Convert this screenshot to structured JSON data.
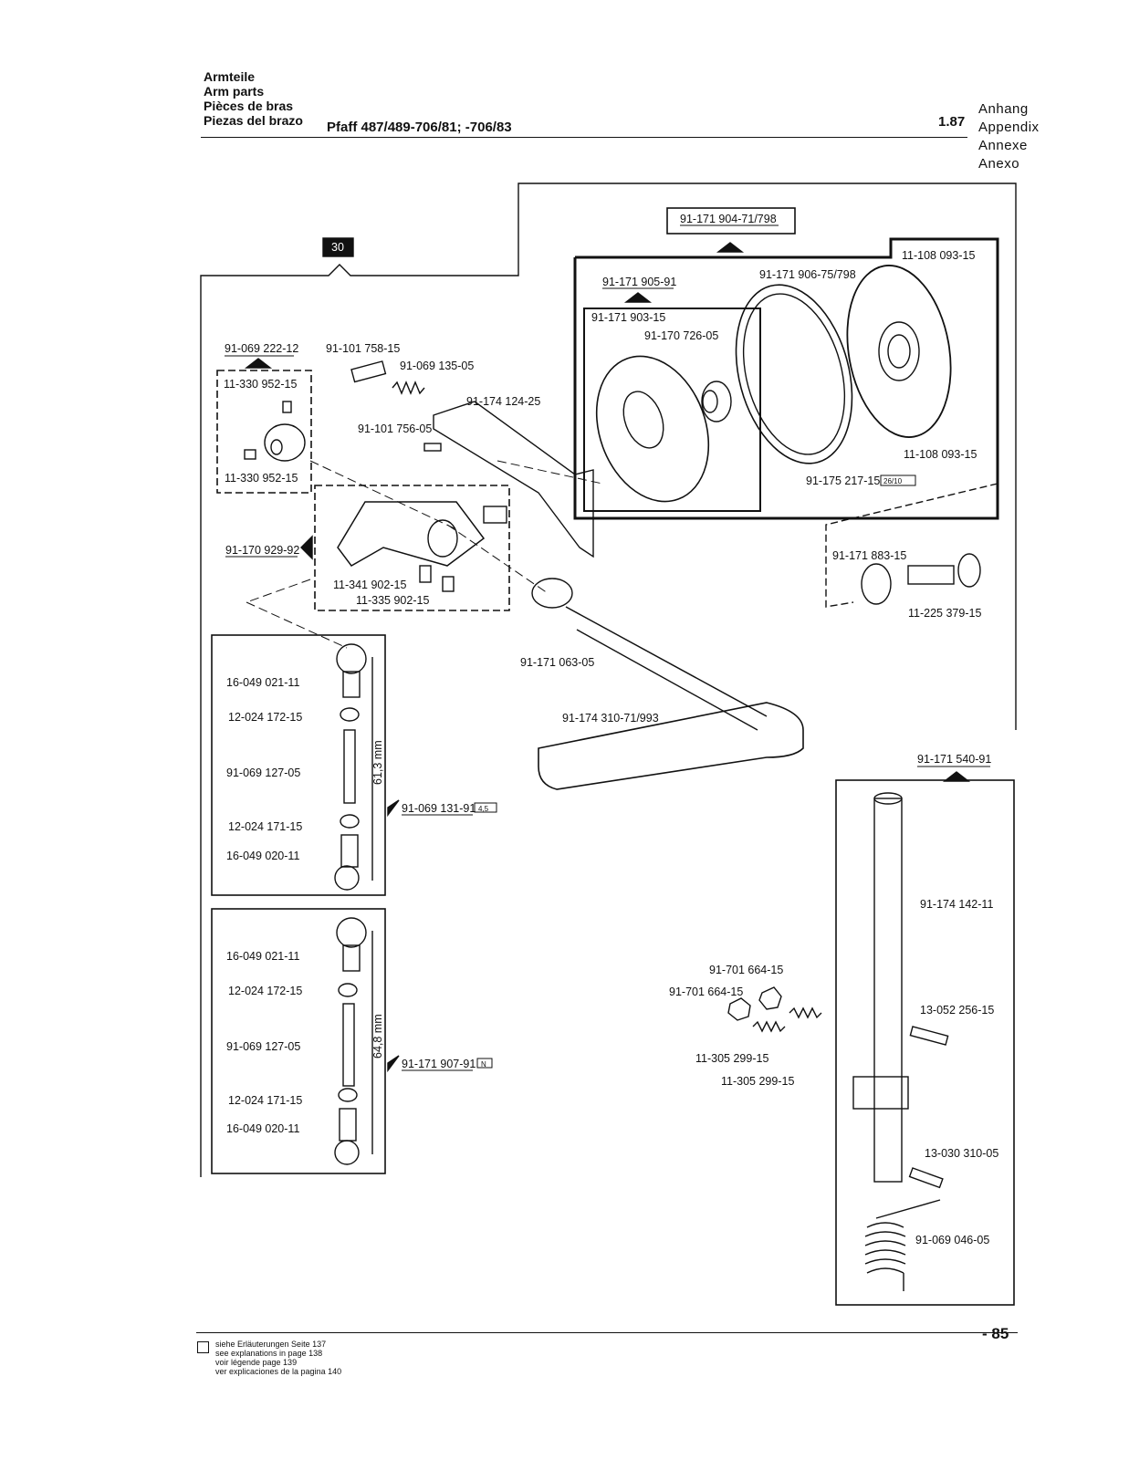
{
  "header": {
    "titles": [
      "Armteile",
      "Arm parts",
      "Pièces de bras",
      "Piezas del brazo"
    ],
    "model": "Pfaff 487/489-706/81; -706/83",
    "date": "1.87",
    "appendix": [
      "Anhang",
      "Appendix",
      "Annexe",
      "Anexo"
    ]
  },
  "diagram": {
    "group_number": "30",
    "labels": {
      "p_904_71": "91-171 904-71/798",
      "p_108_093_top": "11-108 093-15",
      "p_906_75": "91-171 906-75/798",
      "p_905_91": "91-171 905-91",
      "p_903_15": "91-171 903-15",
      "p_726_05": "91-170 726-05",
      "p_108_093_bot": "11-108 093-15",
      "p_217_15": "91-175 217-15",
      "p_217_15_badge": "26/10",
      "p_069_222": "91-069 222-12",
      "p_758_15": "91-101 758-15",
      "p_135_05": "91-069 135-05",
      "p_124_25": "91-174 124-25",
      "p_952_top": "11-330 952-15",
      "p_756_05": "91-101 756-05",
      "p_952_bot": "11-330 952-15",
      "p_929_92": "91-170 929-92",
      "p_341_902": "11-341 902-15",
      "p_335_902": "11-335 902-15",
      "p_883_15": "91-171 883-15",
      "p_225_379": "11-225 379-15",
      "p_063_05": "91-171 063-05",
      "p_310_71": "91-174 310-71/993",
      "p_540_91": "91-171 540-91",
      "p_142_11": "91-174 142-11",
      "p_701_664_a": "91-701 664-15",
      "p_701_664_b": "91-701 664-15",
      "p_052_256": "13-052 256-15",
      "p_305_299_a": "11-305 299-15",
      "p_305_299_b": "11-305 299-15",
      "p_030_310": "13-030 310-05",
      "p_046_05": "91-069 046-05"
    },
    "rod_sets": [
      {
        "ball_top": "16-049 021-11",
        "nut_top": "12-024 172-15",
        "stud": "91-069 127-05",
        "nut_bot": "12-024 171-15",
        "ball_bot": "16-049 020-11",
        "length": "61,3 mm",
        "assembly": "91-069 131-91",
        "badge": "4,5"
      },
      {
        "ball_top": "16-049 021-11",
        "nut_top": "12-024 172-15",
        "stud": "91-069 127-05",
        "nut_bot": "12-024 171-15",
        "ball_bot": "16-049 020-11",
        "length": "64,8 mm",
        "assembly": "91-171 907-91",
        "badge": "N"
      }
    ]
  },
  "footer": {
    "notes": [
      "siehe Erläuterungen Seite 137",
      "see explanations in page 138",
      "voir légende page 139",
      "ver explicaciones de la pagina 140"
    ],
    "page": "- 85"
  }
}
